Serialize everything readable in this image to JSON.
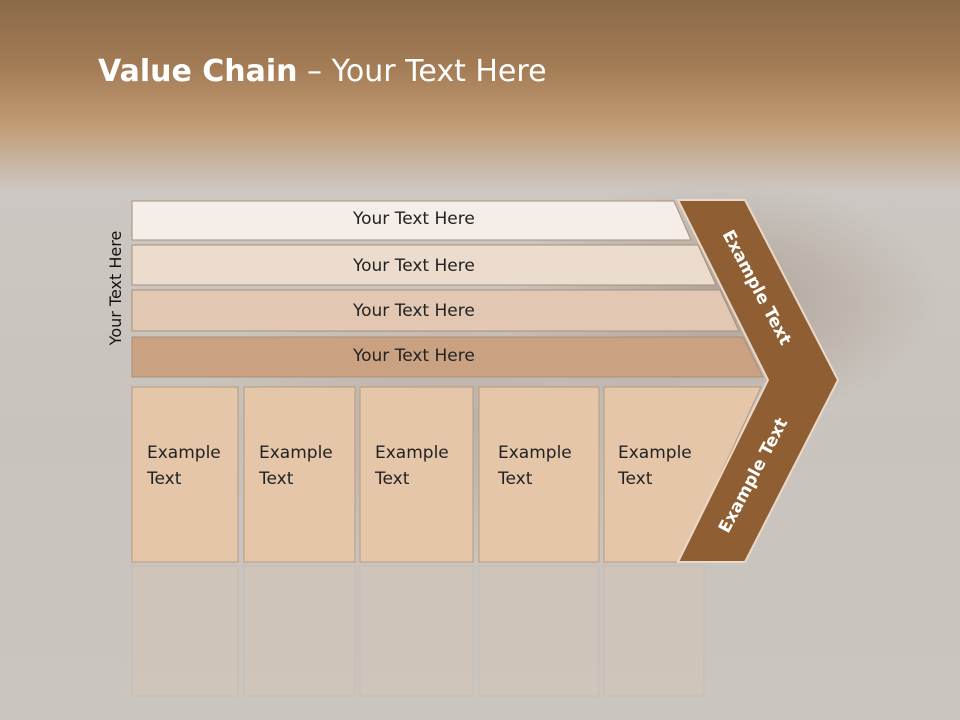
{
  "title": {
    "bold": "Value Chain",
    "rest": " – Your Text Here"
  },
  "side_label": "Your Text Here",
  "bars": [
    {
      "label": "Your Text Here"
    },
    {
      "label": "Your Text Here"
    },
    {
      "label": "Your Text Here"
    },
    {
      "label": "Your Text Here"
    }
  ],
  "cells": [
    {
      "line1": "Example",
      "line2": "Text"
    },
    {
      "line1": "Example",
      "line2": "Text"
    },
    {
      "line1": "Example",
      "line2": "Text"
    },
    {
      "line1": "Example",
      "line2": "Text"
    },
    {
      "line1": "Example",
      "line2": "Text"
    }
  ],
  "chevron": {
    "upper": "Example Text",
    "lower": "Example Text"
  },
  "colors": {
    "accent": "#8f5e32",
    "bar1": "#f5ede7",
    "bar2": "#ecdccd",
    "bar3": "#e2c8b2",
    "bar4": "#caa281",
    "cell": "#e5c6a8",
    "title": "#ffffff"
  }
}
